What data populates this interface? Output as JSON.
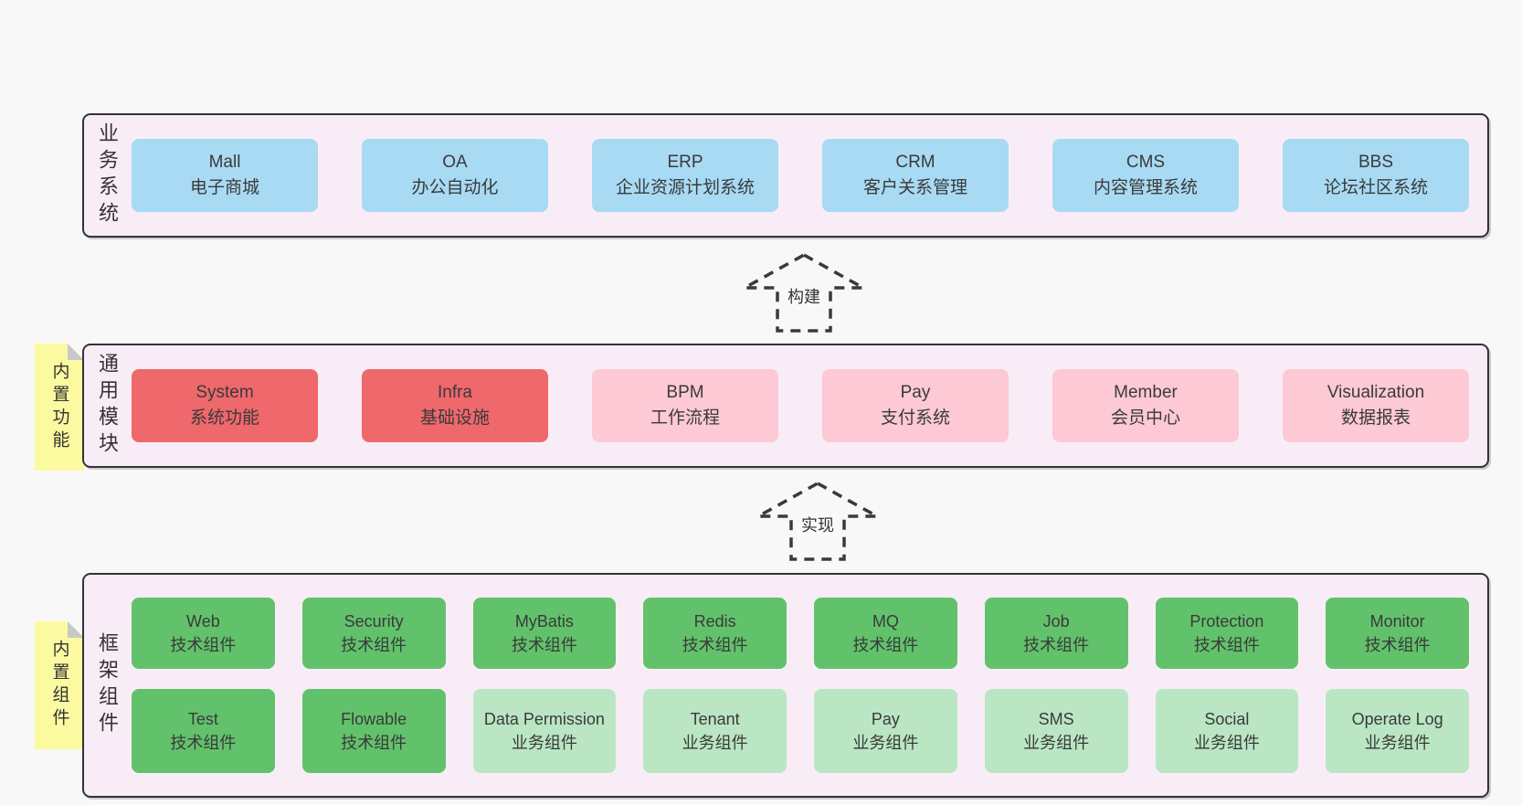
{
  "colors": {
    "blue": "#a8daf4",
    "red": "#ef686c",
    "pink": "#fcc9d4",
    "green": "#62c26b",
    "lightgreen": "#bae6c3",
    "container_bg": "#f8edf7",
    "container_border": "#333333",
    "sticky_yellow": "#fcfaa0",
    "sticky_fold": "#c8c8c8",
    "page_bg": "#f8f8f8",
    "text": "#3a3a3a"
  },
  "arrows": [
    {
      "label": "构建"
    },
    {
      "label": "实现"
    }
  ],
  "sections": [
    {
      "label": "业务系统",
      "sticky": null,
      "rows": [
        [
          {
            "en": "Mall",
            "zh": "电子商城",
            "variant": "blue"
          },
          {
            "en": "OA",
            "zh": "办公自动化",
            "variant": "blue"
          },
          {
            "en": "ERP",
            "zh": "企业资源计划系统",
            "variant": "blue"
          },
          {
            "en": "CRM",
            "zh": "客户关系管理",
            "variant": "blue"
          },
          {
            "en": "CMS",
            "zh": "内容管理系统",
            "variant": "blue"
          },
          {
            "en": "BBS",
            "zh": "论坛社区系统",
            "variant": "blue"
          }
        ]
      ]
    },
    {
      "label": "通用模块",
      "sticky": "内置功能",
      "rows": [
        [
          {
            "en": "System",
            "zh": "系统功能",
            "variant": "red"
          },
          {
            "en": "Infra",
            "zh": "基础设施",
            "variant": "red"
          },
          {
            "en": "BPM",
            "zh": "工作流程",
            "variant": "pink"
          },
          {
            "en": "Pay",
            "zh": "支付系统",
            "variant": "pink"
          },
          {
            "en": "Member",
            "zh": "会员中心",
            "variant": "pink"
          },
          {
            "en": "Visualization",
            "zh": "数据报表",
            "variant": "pink"
          }
        ]
      ]
    },
    {
      "label": "框架组件",
      "sticky": "内置组件",
      "rows": [
        [
          {
            "en": "Web",
            "zh": "技术组件",
            "variant": "green"
          },
          {
            "en": "Security",
            "zh": "技术组件",
            "variant": "green"
          },
          {
            "en": "MyBatis",
            "zh": "技术组件",
            "variant": "green"
          },
          {
            "en": "Redis",
            "zh": "技术组件",
            "variant": "green"
          },
          {
            "en": "MQ",
            "zh": "技术组件",
            "variant": "green"
          },
          {
            "en": "Job",
            "zh": "技术组件",
            "variant": "green"
          },
          {
            "en": "Protection",
            "zh": "技术组件",
            "variant": "green"
          },
          {
            "en": "Monitor",
            "zh": "技术组件",
            "variant": "green"
          }
        ],
        [
          {
            "en": "Test",
            "zh": "技术组件",
            "variant": "green"
          },
          {
            "en": "Flowable",
            "zh": "技术组件",
            "variant": "green"
          },
          {
            "en": "Data Permission",
            "zh": "业务组件",
            "variant": "lightgreen"
          },
          {
            "en": "Tenant",
            "zh": "业务组件",
            "variant": "lightgreen"
          },
          {
            "en": "Pay",
            "zh": "业务组件",
            "variant": "lightgreen"
          },
          {
            "en": "SMS",
            "zh": "业务组件",
            "variant": "lightgreen"
          },
          {
            "en": "Social",
            "zh": "业务组件",
            "variant": "lightgreen"
          },
          {
            "en": "Operate Log",
            "zh": "业务组件",
            "variant": "lightgreen"
          }
        ]
      ]
    }
  ]
}
